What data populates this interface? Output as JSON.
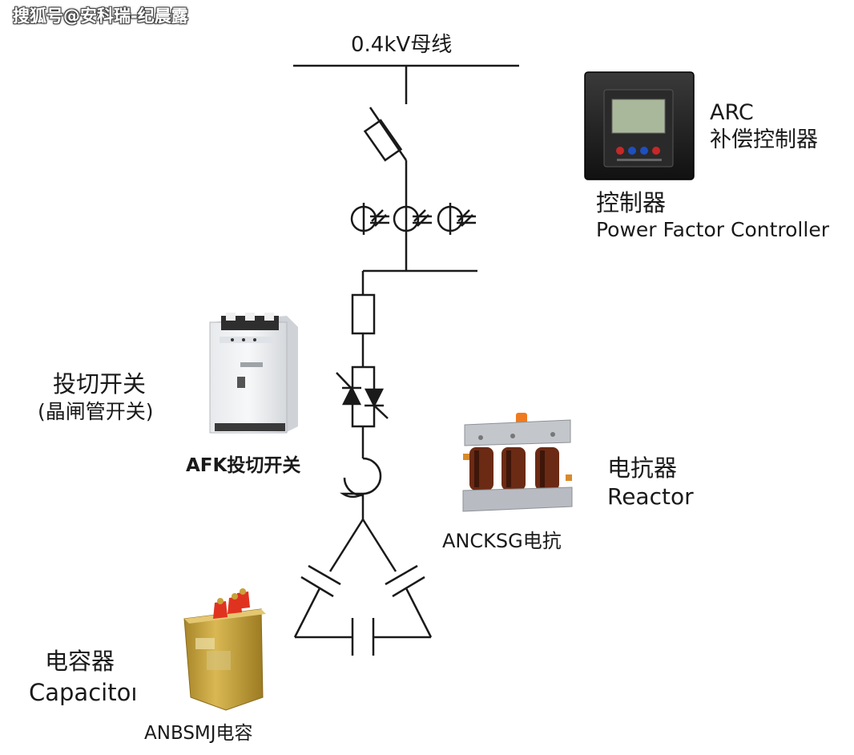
{
  "watermark": "搜狐号@安科瑞-纪晨露",
  "bus_label": "0.4kV母线",
  "controller": {
    "title": "ARC",
    "subtitle": "补偿控制器",
    "label_cn": "控制器",
    "label_en": "Power Factor Controller"
  },
  "switch": {
    "label_cn": "投切开关",
    "label_sub": "(晶闸管开关)",
    "model": "AFK投切开关"
  },
  "reactor": {
    "label_cn": "电抗器",
    "label_en": "Reactor",
    "model": "ANCKSG电抗"
  },
  "capacitor": {
    "label_cn": "电容器",
    "label_en": "Capacitoı",
    "model": "ANBSMJ电容"
  },
  "colors": {
    "line": "#1a1a1a",
    "controller_body": "#1c1c1c",
    "controller_screen": "#a9b89a",
    "button_blue": "#1f4fbf",
    "button_red": "#c62828",
    "capacitor_body": "#c9a53d",
    "capacitor_terminal": "#e0331f",
    "reactor_coil": "#6b2a14",
    "reactor_frame": "#b8bcc2",
    "reactor_top": "#ef7a1f"
  }
}
